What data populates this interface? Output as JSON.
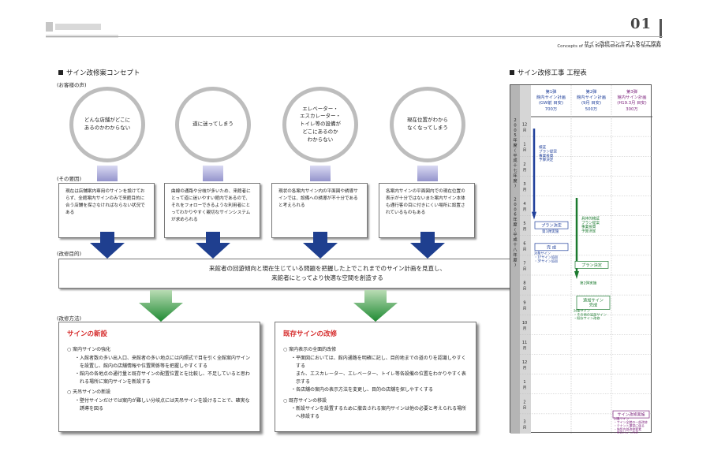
{
  "header": {
    "page_number": "01",
    "title": "サイン改修コンセプト及び工程表",
    "subtitle_en": "Concepts of Sign Improvement Plan & Schedule"
  },
  "concept": {
    "heading": "サイン改修案コンセプト",
    "voice_label": "(お客様の声)",
    "cause_label": "(その要因)",
    "purpose_label": "(改修目的)",
    "method_label": "(改修方法)",
    "voices": [
      "どんな店舗がどこに\nあるのかわからない",
      "道に迷ってしまう",
      "エレベーター・\nエスカレーター・\nトイレ等の設備が\nどこにあるのか\nわからない",
      "現在位置がわから\nなくなってしまう"
    ],
    "causes": [
      "現在は店舗案内専用のサインを設けておらず、全館案内サインのみで来館目的に合う店舗を探さなければならない状況である",
      "曲線の通路や分岐が多いため、来館者にとって道に迷いやすい館内であるので、それをフォローできるような利用者にとってわかりやすく親切なサインシステムが求められる",
      "現状の各案内サイン内の平面図や誘導サインでは、設備への誘導が不十分であると考えられる",
      "各案内サインの平面図内での現在位置の表示が十分ではないまた案内サイン本体も通行客の目に付きにくい場所に設置されているものもある"
    ],
    "purpose": "来館者の回遊傾向と現在生じている問題を把握した上でこれまでのサイン計画を見直し、\n来館者にとってより快適な空間を創造する",
    "methods": [
      {
        "title": "サインの新設",
        "items": [
          {
            "head": "○ 案内サインの強化",
            "subs": [
              "・入館者数の多い出入口、来館者の多い地点には内照式で目を引く全館案内サインを設置し、館内の店舗情報や位置関係等を把握しやすくする",
              "・館内の各地点の通行量と既存サインの配置位置とを比較し、不足していると思われる場所に案内サインを新設する"
            ]
          },
          {
            "head": "○ 天吊サインの新設",
            "subs": [
              "・壁付サインだけでは案内が難しい分岐点には天吊サインを設けることで、確実な誘導を図る"
            ]
          }
        ]
      },
      {
        "title": "既存サインの改修",
        "items": [
          {
            "head": "○ 案内表示の全面的改修",
            "subs": [
              "・平面図においては、館内通路を明確に記し、目的地までの道のりを認識しやすくする\nまた、エスカレーター、エレベーター、トイレ等各設備の位置をわかりやすく表示する",
              "・各店舗の案内の表示方法を変更し、目的の店舗を探しやすくする"
            ]
          },
          {
            "head": "○ 既存サインの移設",
            "subs": [
              "・新設サインを設置するために撤去される案内サインは他の必要と考えられる場所へ移設する"
            ]
          }
        ]
      }
    ]
  },
  "schedule": {
    "heading": "サイン改修工事 工程表",
    "phases": [
      {
        "l1": "第1弾",
        "l2": "館内サイン計画",
        "l3": "(GW前 目安)",
        "l4": "700万",
        "color": "#1f3f9a"
      },
      {
        "l1": "第2弾",
        "l2": "館内サイン計画",
        "l3": "(9月 目安)",
        "l4": "500万",
        "color": "#1f3f9a"
      },
      {
        "l1": "第3弾",
        "l2": "館内サイン計画",
        "l3": "(H19.3月 目安)",
        "l4": "300万",
        "color": "#7a1f7a"
      }
    ],
    "year1": "2005年度(平成十七年度)",
    "year2": "2006年度(平成十八年度)",
    "months": [
      "12月",
      "1月",
      "2月",
      "3月",
      "4月",
      "5月",
      "6月",
      "7月",
      "8月",
      "9月",
      "10月",
      "11月",
      "12月",
      "1月",
      "2月",
      "3月"
    ],
    "tasks": {
      "p1_start": "検証\nプラン提案\n事業投資\n予算決定",
      "p1_plan": "プラン決定",
      "p1_impl": "第1弾実施",
      "p1_done": "完 成",
      "p1_note": "対象サイン\n・1Fサイン追加\n・3Fサイン追加",
      "p2_start": "具体的検証\nプラン提案\n事業投資\n予算決定",
      "p2_plan": "プラン決定",
      "p2_impl": "第2弾実施",
      "p2_done": "追加サイン\n完成",
      "p2_note": "対象サイン\n・その他の追加サイン\n・既存サイン改修",
      "p3_impl": "サイン改修実施",
      "p3_note": "対象サイン\n・サイン全館の一部改修\n・テナント運営に係る\n・施設内部改修要素\n・既存サイン改修"
    }
  }
}
